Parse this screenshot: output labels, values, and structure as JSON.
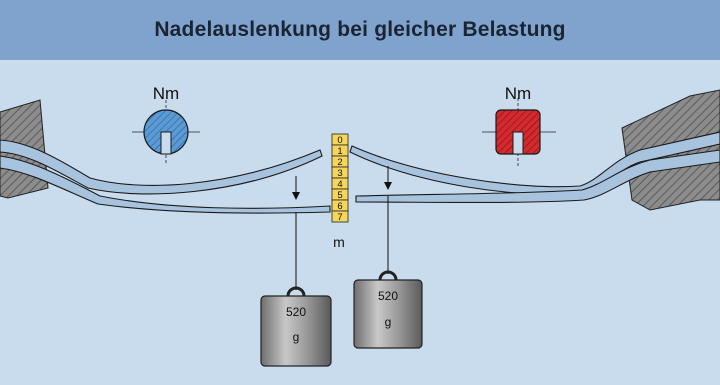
{
  "title": "Nadelauslenkung bei gleicher Belastung",
  "left_section": {
    "unit_label": "Nm",
    "section_color": "#5b9bd5",
    "weight_value": "520",
    "weight_unit": "g"
  },
  "right_section": {
    "unit_label": "Nm",
    "section_color": "#d42a2f",
    "weight_value": "520",
    "weight_unit": "g"
  },
  "scale": {
    "ticks": [
      "0",
      "1",
      "2",
      "3",
      "4",
      "5",
      "6",
      "7"
    ],
    "unit": "m",
    "color": "#f5d65b"
  },
  "colors": {
    "background": "#c9dced",
    "title_bar": "#7fa3cd",
    "needle": "#a8c3dd",
    "clamp": "#8a8a8a"
  }
}
